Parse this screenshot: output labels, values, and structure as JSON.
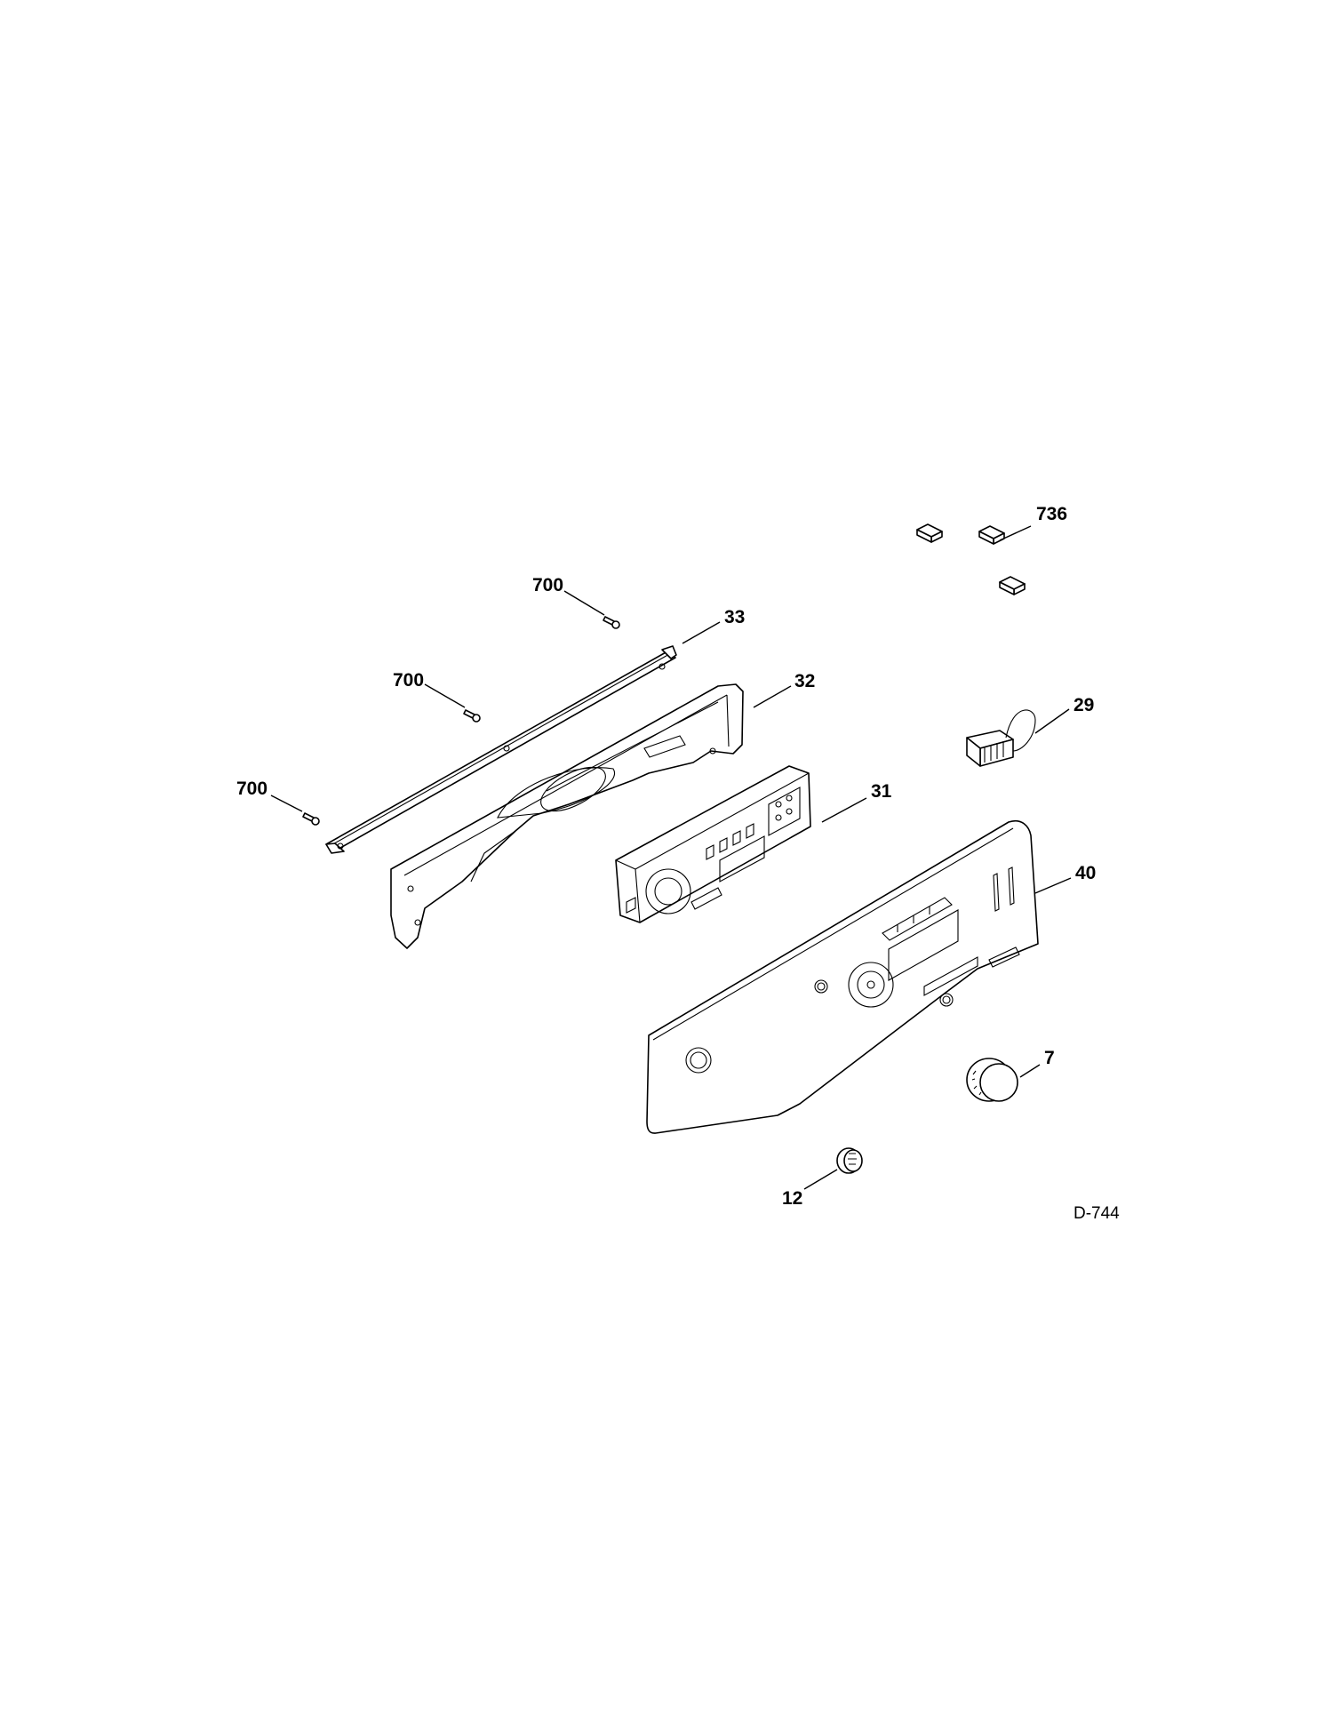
{
  "callouts": {
    "c736": "736",
    "c700a": "700",
    "c33": "33",
    "c700b": "700",
    "c32": "32",
    "c29": "29",
    "c700c": "700",
    "c31": "31",
    "c40": "40",
    "c7": "7",
    "c12": "12"
  },
  "diagram_code": "D-744",
  "icons": {
    "screw": "screw-icon",
    "clip": "clip-icon",
    "harness": "wire-harness-icon",
    "knob": "knob-icon",
    "button": "button-icon"
  }
}
